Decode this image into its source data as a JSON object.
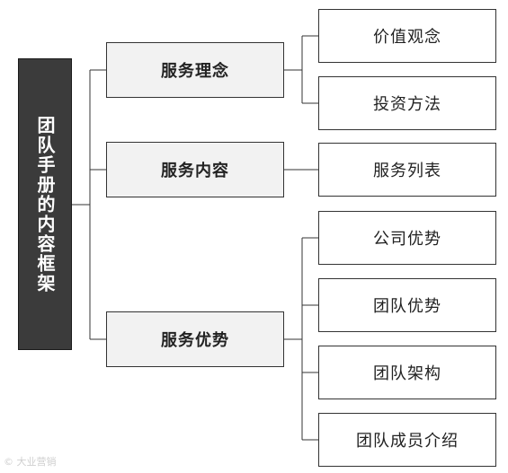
{
  "root": {
    "label": "团队手册的内容框架"
  },
  "categories": [
    {
      "label": "服务理念",
      "items": [
        "价值观念",
        "投资方法"
      ]
    },
    {
      "label": "服务内容",
      "items": [
        "服务列表"
      ]
    },
    {
      "label": "服务优势",
      "items": [
        "公司优势",
        "团队优势",
        "团队架构",
        "团队成员介绍"
      ]
    }
  ],
  "colors": {
    "root_fill": "#3b3b3b",
    "category_fill": "#f2f2f2",
    "leaf_fill": "#ffffff",
    "line": "#333333"
  },
  "watermark": {
    "text": "© 大业营销",
    "icon": "app-logo-icon"
  }
}
